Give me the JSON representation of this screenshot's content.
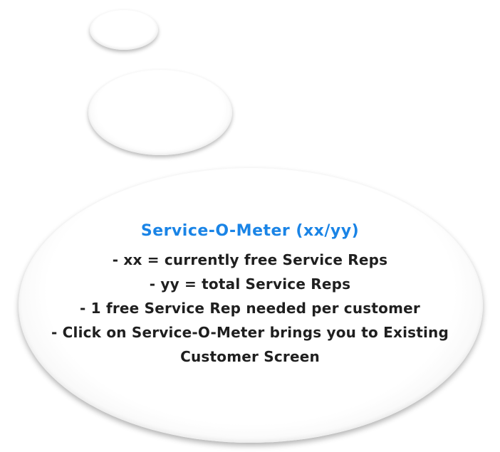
{
  "bubble": {
    "title": "Service-O-Meter (xx/yy)",
    "lines": [
      "- xx = currently free Service Reps",
      "- yy = total Service Reps",
      "- 1 free Service Rep needed per customer",
      "- Click on Service-O-Meter brings you to Existing Customer Screen"
    ]
  },
  "colors": {
    "title": "#1a84e6",
    "text": "#1f1f1f",
    "bubble_fill": "#ffffff"
  }
}
